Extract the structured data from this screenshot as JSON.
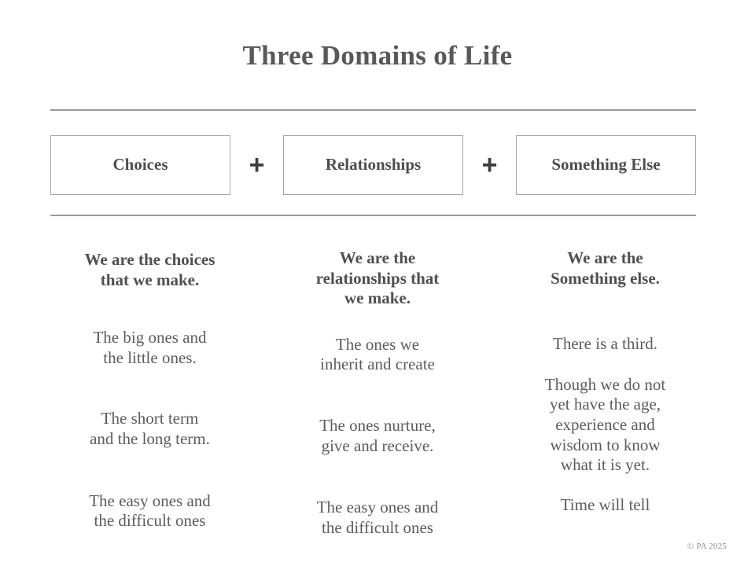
{
  "slide": {
    "title": "Three Domains of Life",
    "background_color": "#ffffff",
    "text_color": "#5a5a5a",
    "rule_color": "#9a9a9a",
    "box_border_color": "#a6a6a6"
  },
  "band": {
    "boxes": [
      {
        "label": "Choices"
      },
      {
        "label": "Relationships"
      },
      {
        "label": "Something Else"
      }
    ],
    "operators": [
      "+",
      "+"
    ]
  },
  "columns": [
    {
      "key": "choices",
      "heading": "We are the choices\nthat we make.",
      "lines": [
        "The big ones and\nthe little ones.",
        "The short term\nand the long term.",
        "The easy ones and\nthe difficult ones"
      ]
    },
    {
      "key": "relationships",
      "heading": "We are the\nrelationships that\nwe make.",
      "lines": [
        "The ones we\ninherit and create",
        "The ones nurture,\ngive and receive.",
        "The easy ones and\nthe difficult ones"
      ]
    },
    {
      "key": "something-else",
      "heading": "We are the\nSomething else.",
      "lines": [
        "There is a third.",
        "Though we do not\nyet have the age,\nexperience and\nwisdom to know\nwhat it is yet.",
        "Time will tell"
      ]
    }
  ],
  "footer": {
    "copyright": "© PA 2025"
  }
}
